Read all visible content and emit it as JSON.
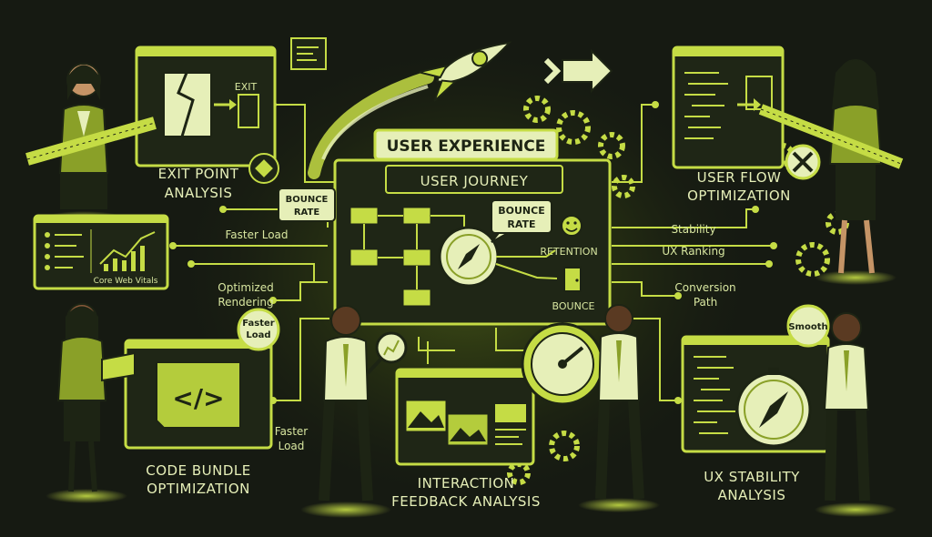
{
  "center": {
    "title": "USER EXPERIENCE",
    "journey": "USER JOURNEY",
    "bounce_rate_inner": [
      "BOUNCE",
      "RATE"
    ],
    "retention": "RETENTION",
    "bounce": "BOUNCE"
  },
  "panels": {
    "exit_point": {
      "title": [
        "EXIT POINT",
        "ANALYSIS"
      ],
      "exit_sign": "EXIT",
      "tag": [
        "BOUNCE",
        "RATE"
      ]
    },
    "user_flow": {
      "title": [
        "USER FLOW",
        "OPTIMIZATION"
      ]
    },
    "vitals": {
      "caption": "Core Web Vitals"
    },
    "code_bundle": {
      "title": [
        "CODE BUNDLE",
        "OPTIMIZATION"
      ],
      "badge": [
        "Faster",
        "Load"
      ],
      "icon": "</>"
    },
    "interaction": {
      "title": [
        "INTERACTION",
        "FEEDBACK ANALYSIS"
      ]
    },
    "ux_stability": {
      "title": [
        "UX STABILITY",
        "ANALYSIS"
      ],
      "badge": "Smooth"
    }
  },
  "connectors": {
    "faster_load_top": "Faster Load",
    "optimized_rendering": [
      "Optimized",
      "Rendering"
    ],
    "faster_load_bottom": [
      "Faster",
      "Load"
    ],
    "stability": "Stability",
    "ux_ranking": "UX Ranking",
    "conversion_path": [
      "Conversion",
      "Path"
    ]
  },
  "colors": {
    "accent": "#c5dc45",
    "background": "#161a12",
    "panel": "#1f2616",
    "light": "#e6efb8"
  },
  "icons": [
    "rocket-icon",
    "arrow-right-icon",
    "gear-icon",
    "compass-icon",
    "smiley-icon",
    "door-icon",
    "gauge-icon",
    "wrench-icon",
    "code-icon",
    "image-icon",
    "magnifier-icon"
  ]
}
